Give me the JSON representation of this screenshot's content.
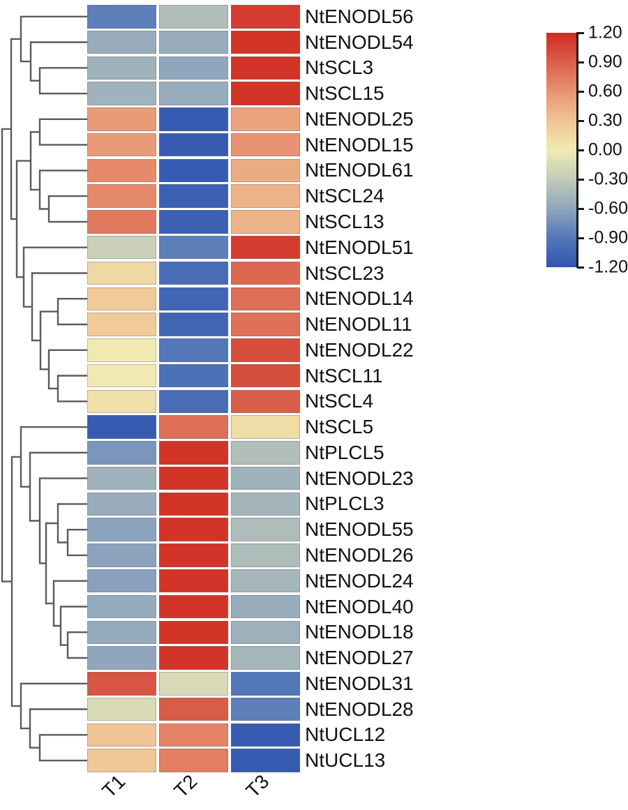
{
  "figure": {
    "description": "Hierarchically clustered gene expression heatmap",
    "dendrogram_line_color": "#5a5a5a"
  },
  "chart_data": {
    "type": "heatmap",
    "columns": [
      "T1",
      "T2",
      "T3"
    ],
    "rows": [
      "NtENODL56",
      "NtENODL54",
      "NtSCL3",
      "NtSCL15",
      "NtENODL25",
      "NtENODL15",
      "NtENODL61",
      "NtSCL24",
      "NtSCL13",
      "NtENODL51",
      "NtSCL23",
      "NtENODL14",
      "NtENODL11",
      "NtENODL22",
      "NtSCL11",
      "NtSCL4",
      "NtSCL5",
      "NtPLCL5",
      "NtENODL23",
      "NtPLCL3",
      "NtENODL55",
      "NtENODL26",
      "NtENODL24",
      "NtENODL40",
      "NtENODL18",
      "NtENODL27",
      "NtENODL31",
      "NtENODL28",
      "NtUCL12",
      "NtUCL13"
    ],
    "values": [
      [
        -0.85,
        -0.4,
        1.1
      ],
      [
        -0.55,
        -0.55,
        1.15
      ],
      [
        -0.5,
        -0.6,
        1.15
      ],
      [
        -0.5,
        -0.55,
        1.15
      ],
      [
        0.55,
        -1.15,
        0.5
      ],
      [
        0.55,
        -1.15,
        0.6
      ],
      [
        0.65,
        -1.15,
        0.45
      ],
      [
        0.65,
        -1.1,
        0.4
      ],
      [
        0.75,
        -1.1,
        0.4
      ],
      [
        -0.25,
        -0.85,
        1.1
      ],
      [
        0.15,
        -1.0,
        0.85
      ],
      [
        0.25,
        -1.05,
        0.8
      ],
      [
        0.25,
        -1.05,
        0.8
      ],
      [
        0.02,
        -0.9,
        1.0
      ],
      [
        0.02,
        -0.95,
        1.0
      ],
      [
        0.1,
        -1.0,
        0.9
      ],
      [
        -1.15,
        0.8,
        0.12
      ],
      [
        -0.7,
        1.15,
        -0.4
      ],
      [
        -0.5,
        1.15,
        -0.5
      ],
      [
        -0.55,
        1.15,
        -0.48
      ],
      [
        -0.62,
        1.15,
        -0.42
      ],
      [
        -0.62,
        1.15,
        -0.42
      ],
      [
        -0.63,
        1.15,
        -0.47
      ],
      [
        -0.57,
        1.15,
        -0.55
      ],
      [
        -0.57,
        1.15,
        -0.52
      ],
      [
        -0.6,
        1.15,
        -0.47
      ],
      [
        0.95,
        -0.15,
        -0.9
      ],
      [
        -0.15,
        0.92,
        -0.85
      ],
      [
        0.3,
        0.7,
        -1.15
      ],
      [
        0.28,
        0.72,
        -1.15
      ]
    ],
    "value_range": [
      -1.2,
      1.2
    ],
    "legend_tick_labels": [
      "1.20",
      "0.90",
      "0.60",
      "0.30",
      "0.00",
      "-0.30",
      "-0.60",
      "-0.90",
      "-1.20"
    ],
    "colormap_stops": [
      {
        "v": -1.2,
        "c": "#3155ae"
      },
      {
        "v": -0.9,
        "c": "#5377b9"
      },
      {
        "v": -0.6,
        "c": "#8fa6bd"
      },
      {
        "v": -0.3,
        "c": "#c2cab8"
      },
      {
        "v": 0.0,
        "c": "#f0ecb3"
      },
      {
        "v": 0.3,
        "c": "#f0c494"
      },
      {
        "v": 0.6,
        "c": "#e89372"
      },
      {
        "v": 0.9,
        "c": "#d95f4a"
      },
      {
        "v": 1.2,
        "c": "#d02b20"
      }
    ],
    "dendrogram": {
      "orientation": "left",
      "merges": [
        {
          "id": "N1",
          "a": "L3",
          "b": "L4",
          "x": 57
        },
        {
          "id": "N2",
          "a": "L2",
          "b": "N1",
          "x": 44
        },
        {
          "id": "N3",
          "a": "L1",
          "b": "N2",
          "x": 30
        },
        {
          "id": "N4",
          "a": "L5",
          "b": "L6",
          "x": 57
        },
        {
          "id": "N5",
          "a": "L8",
          "b": "L9",
          "x": 70
        },
        {
          "id": "N6",
          "a": "L7",
          "b": "N5",
          "x": 57
        },
        {
          "id": "N7",
          "a": "N4",
          "b": "N6",
          "x": 44
        },
        {
          "id": "N8",
          "a": "L12",
          "b": "L13",
          "x": 83
        },
        {
          "id": "N9",
          "a": "L15",
          "b": "L16",
          "x": 83
        },
        {
          "id": "N10",
          "a": "L14",
          "b": "N9",
          "x": 70
        },
        {
          "id": "N11",
          "a": "N8",
          "b": "N10",
          "x": 58
        },
        {
          "id": "N12",
          "a": "L11",
          "b": "N11",
          "x": 46
        },
        {
          "id": "N13",
          "a": "L10",
          "b": "N12",
          "x": 34
        },
        {
          "id": "N14",
          "a": "N7",
          "b": "N13",
          "x": 24
        },
        {
          "id": "N15",
          "a": "N3",
          "b": "N14",
          "x": 16
        },
        {
          "id": "N16",
          "a": "L21",
          "b": "L22",
          "x": 97
        },
        {
          "id": "N17",
          "a": "L20",
          "b": "N16",
          "x": 83
        },
        {
          "id": "N18",
          "a": "L25",
          "b": "L26",
          "x": 97
        },
        {
          "id": "N19",
          "a": "L24",
          "b": "N18",
          "x": 87
        },
        {
          "id": "N20",
          "a": "L23",
          "b": "N19",
          "x": 77
        },
        {
          "id": "N21",
          "a": "N17",
          "b": "N20",
          "x": 66
        },
        {
          "id": "N22",
          "a": "L19",
          "b": "N21",
          "x": 57
        },
        {
          "id": "N23",
          "a": "L18",
          "b": "N22",
          "x": 43
        },
        {
          "id": "N24",
          "a": "L17",
          "b": "N23",
          "x": 30
        },
        {
          "id": "N25",
          "a": "L29",
          "b": "L30",
          "x": 57
        },
        {
          "id": "N26",
          "a": "L28",
          "b": "N25",
          "x": 43
        },
        {
          "id": "N27",
          "a": "L27",
          "b": "N26",
          "x": 30
        },
        {
          "id": "N28",
          "a": "N24",
          "b": "N27",
          "x": 17
        },
        {
          "id": "N29",
          "a": "N15",
          "b": "N28",
          "x": 3
        }
      ]
    }
  }
}
